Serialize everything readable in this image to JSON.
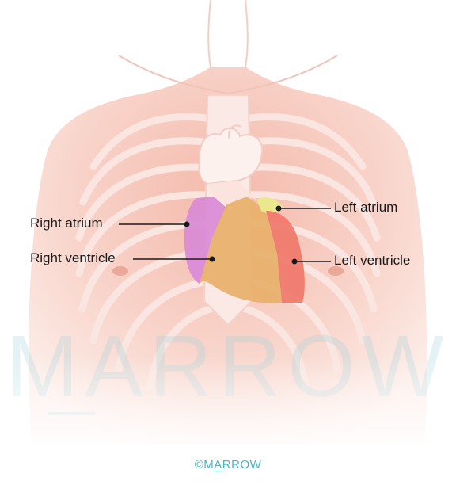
{
  "labels": {
    "right_atrium": "Right atrium",
    "right_ventricle": "Right ventricle",
    "left_atrium": "Left atrium",
    "left_ventricle": "Left ventricle"
  },
  "watermark": "MARROW",
  "copyright": {
    "symbol": "©",
    "first_letter": "M",
    "underlined_letter": "A",
    "rest": "RROW"
  },
  "colors": {
    "right_atrium": "#d98ad6",
    "right_ventricle": "#e8b06a",
    "left_atrium": "#e9ea8a",
    "left_ventricle": "#f0786a",
    "ribs": "#f7dcd6",
    "skin": "#f6c7bc",
    "brand": "#47b6c4"
  }
}
